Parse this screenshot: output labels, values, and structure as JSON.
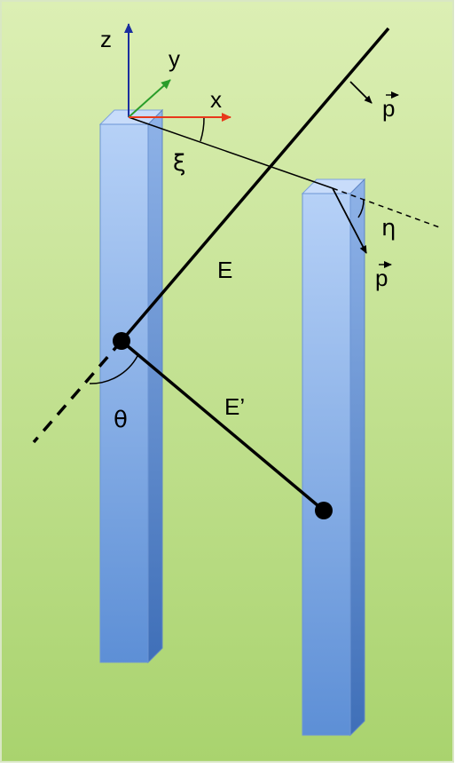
{
  "diagram": {
    "axes": {
      "x": "x",
      "y": "y",
      "z": "z"
    },
    "labels": {
      "xi": "ξ",
      "eta": "η",
      "theta": "θ",
      "energy_incoming": "E",
      "energy_scattered": "E’",
      "momentum_top": "p",
      "momentum_right": "p"
    },
    "colors": {
      "background_top": "#dcefb4",
      "background_bottom": "#a9d36e",
      "bar_light": "#b6d1f7",
      "bar_dark": "#5d8fd6",
      "axis_x": "#e8391b",
      "axis_y": "#2a9d2a",
      "axis_z": "#1a2e9e"
    }
  }
}
